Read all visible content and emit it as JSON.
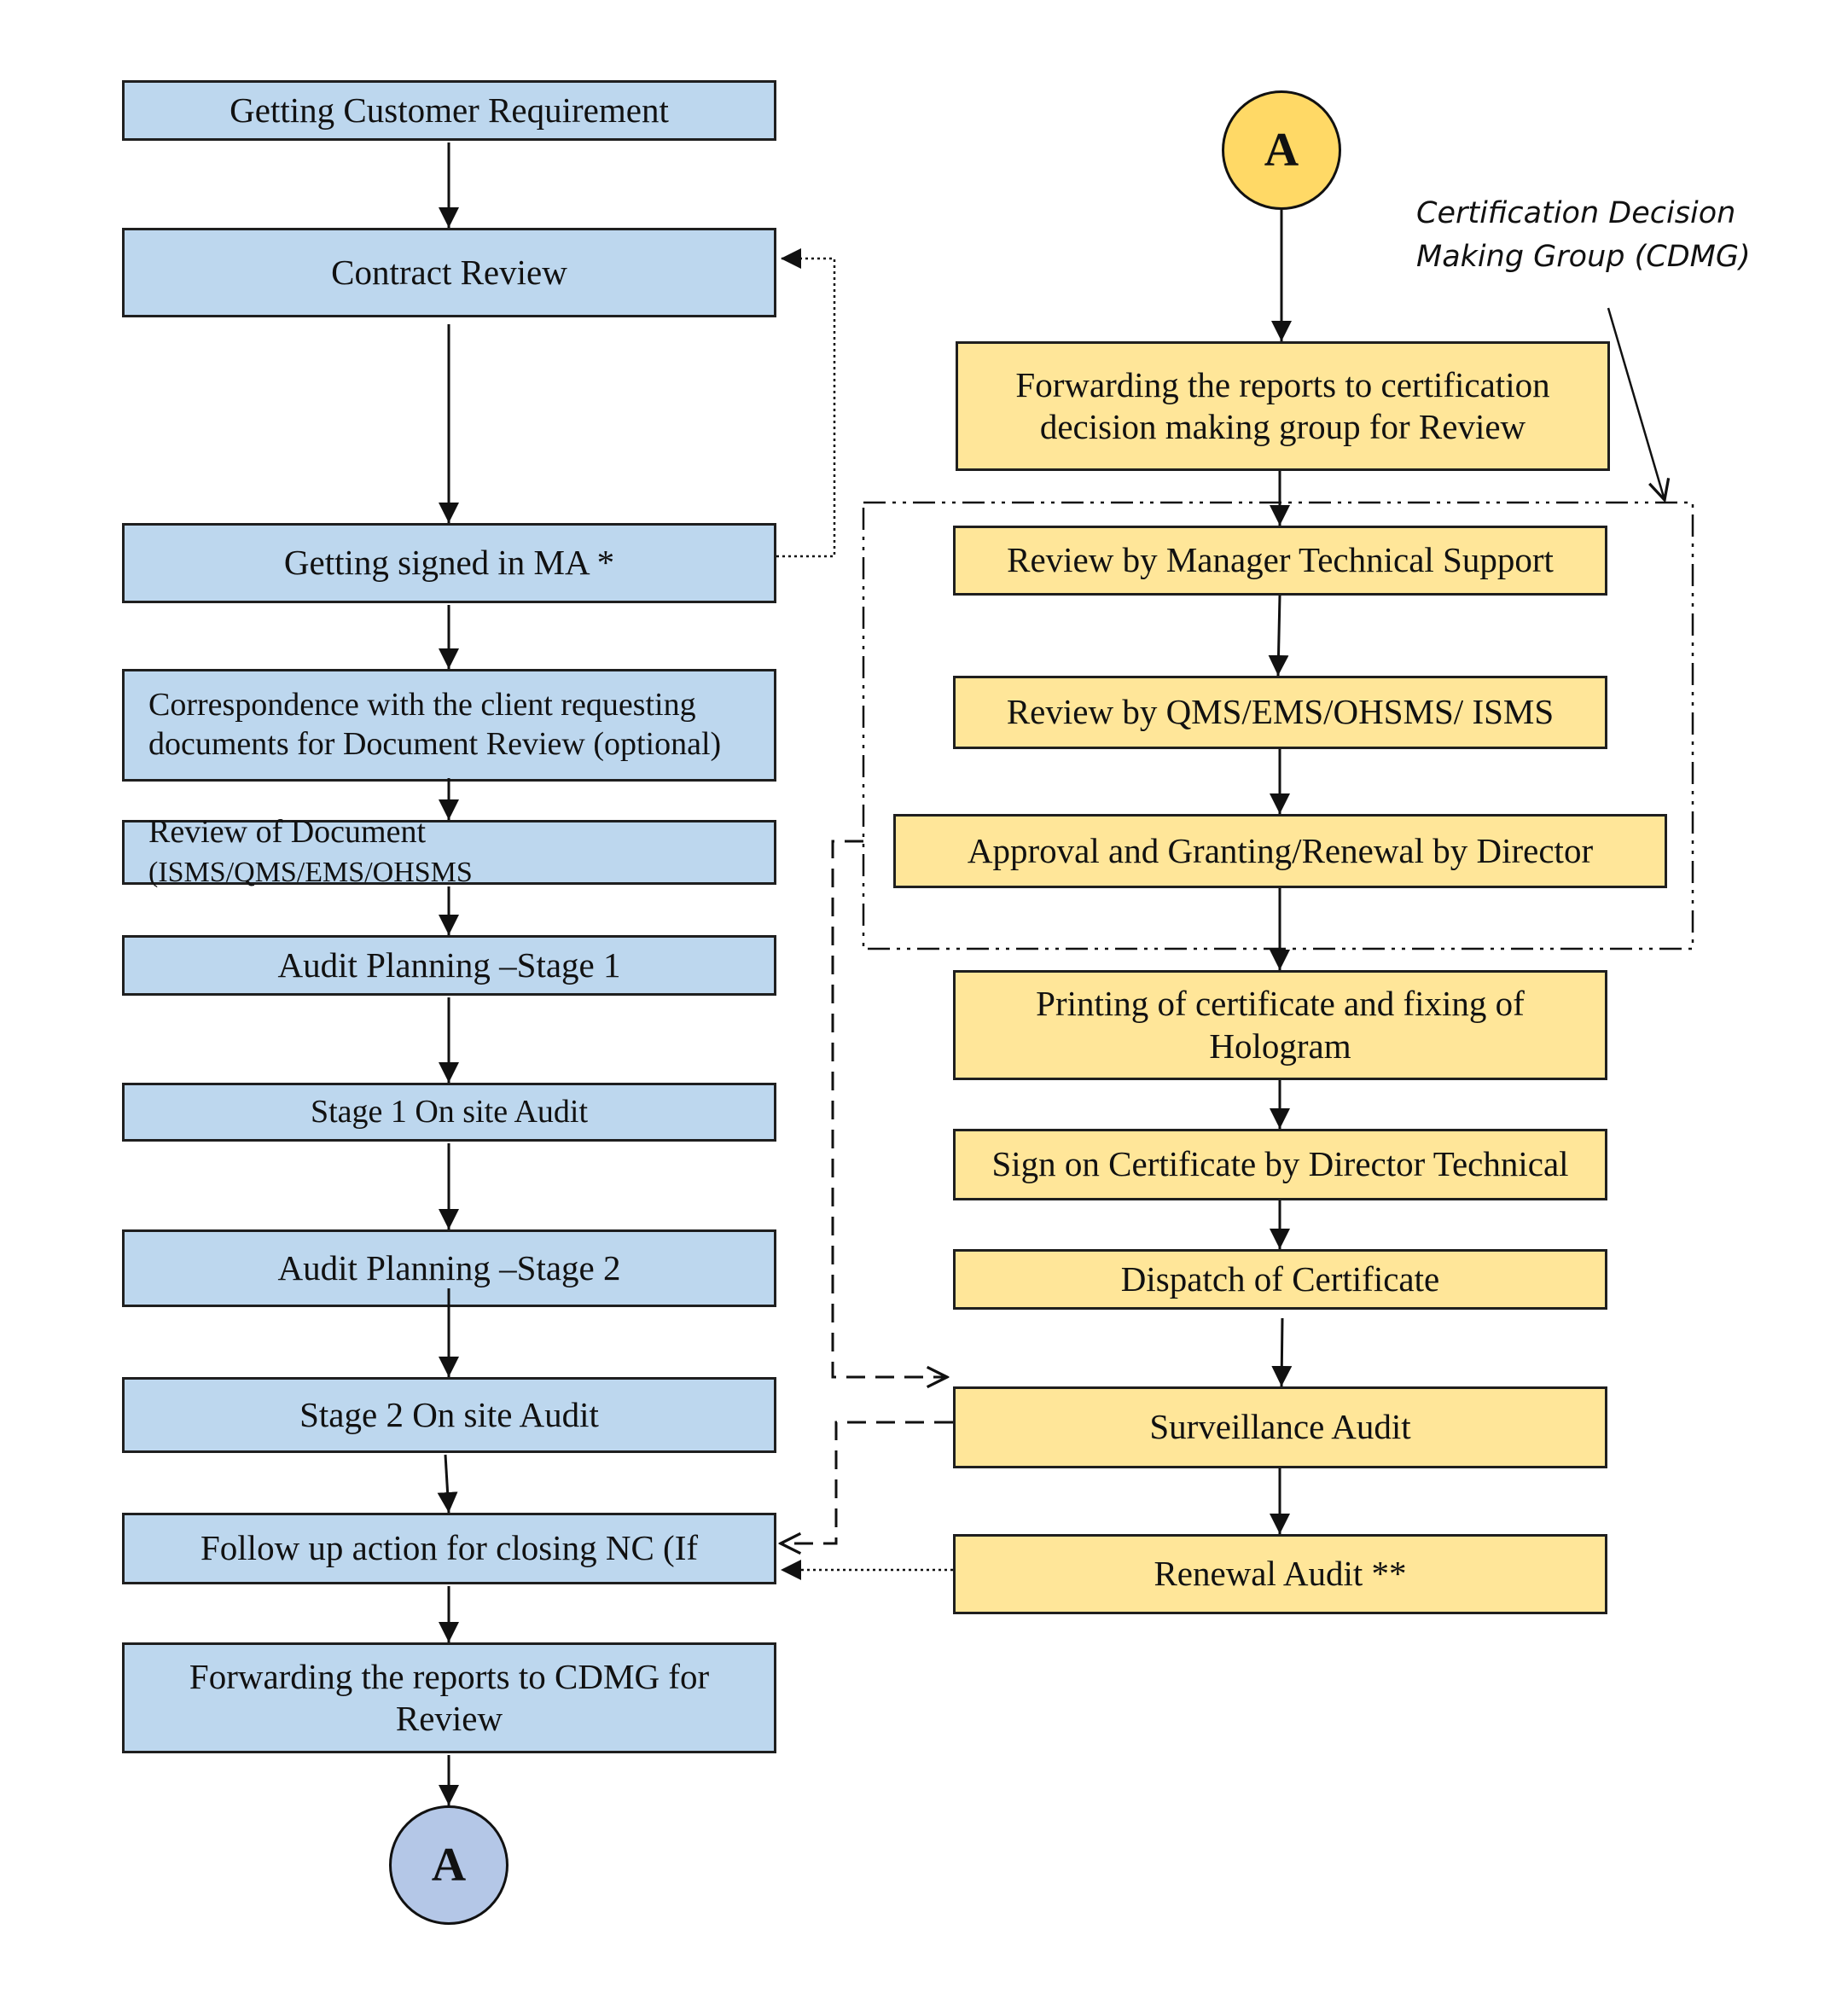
{
  "left_column": {
    "steps": [
      "Getting Customer Requirement",
      "Contract Review",
      "Getting signed in MA *",
      "Correspondence with the client requesting documents for Document Review (optional)",
      "Review of Document ",
      "Audit Planning –Stage 1",
      "Stage 1 On site Audit",
      "Audit Planning –Stage 2",
      "Stage 2 On site Audit",
      "Follow up action for closing NC (If",
      "Forwarding the reports to CDMG for Review"
    ],
    "review_doc_suffix": "(ISMS/QMS/EMS/OHSMS",
    "connector_label": "A"
  },
  "right_column": {
    "connector_label": "A",
    "steps": [
      "Forwarding the reports to certification decision making group for Review",
      "Review by Manager Technical Support",
      "Review by QMS/EMS/OHSMS/ ISMS",
      "Approval and Granting/Renewal by Director",
      "Printing of certificate and fixing of Hologram",
      "Sign on Certificate by Director Technical",
      "Dispatch of Certificate",
      "Surveillance Audit",
      "Renewal Audit **"
    ]
  },
  "group_note": "Certification Decision Making Group (CDMG)",
  "colors": {
    "left_fill": "#bdd7ee",
    "right_fill": "#ffe699",
    "connector_left": "#b4c7e7",
    "connector_right": "#ffd966"
  }
}
